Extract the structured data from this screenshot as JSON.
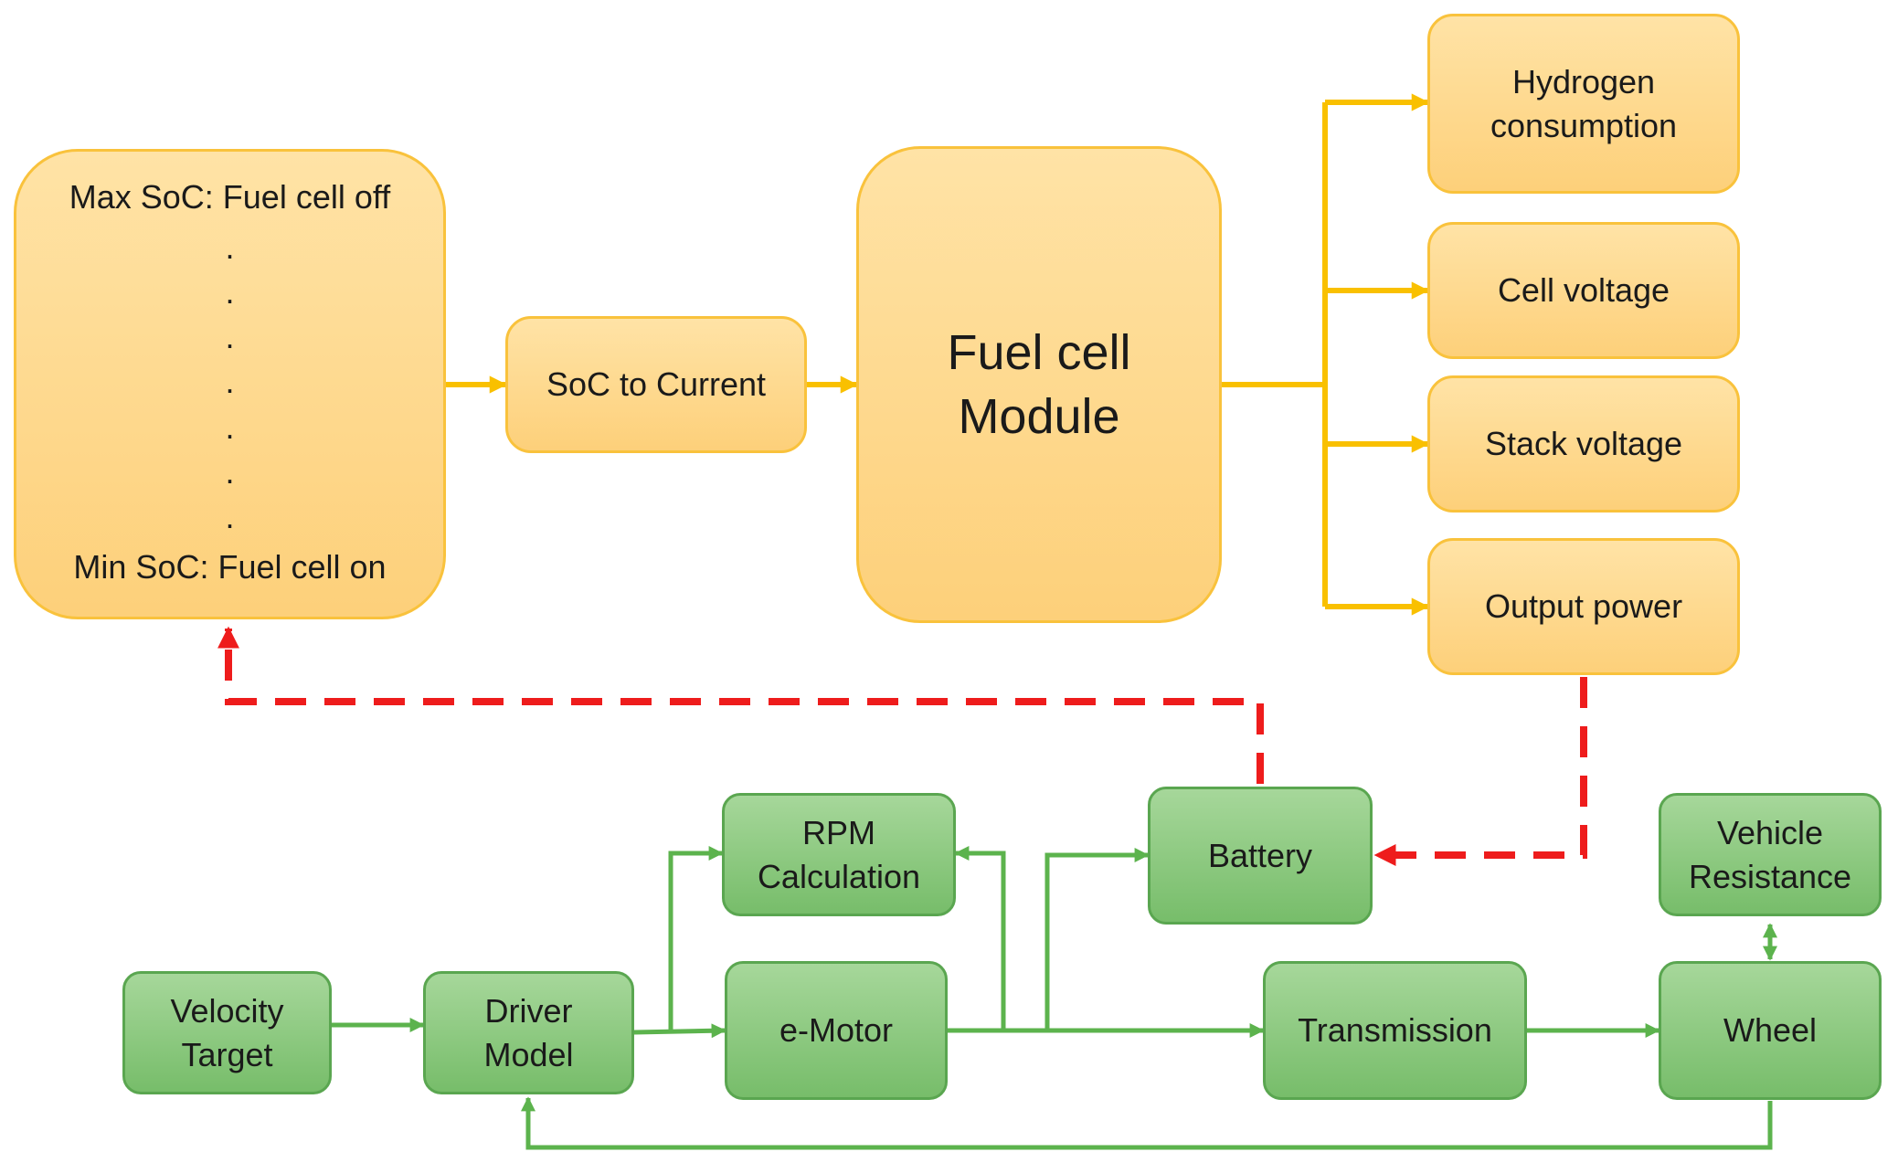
{
  "nodes": {
    "soc_list": {
      "top_label": "Max SoC: Fuel cell off",
      "bottom_label": "Min SoC: Fuel cell on",
      "dot": "."
    },
    "soc_to_current": {
      "label": "SoC to Current"
    },
    "fuel_cell_module": {
      "line1": "Fuel cell",
      "line2": "Module"
    },
    "hydrogen_consumption": {
      "line1": "Hydrogen",
      "line2": "consumption"
    },
    "cell_voltage": {
      "label": "Cell voltage"
    },
    "stack_voltage": {
      "label": "Stack voltage"
    },
    "output_power": {
      "label": "Output power"
    },
    "velocity_target": {
      "line1": "Velocity",
      "line2": "Target"
    },
    "driver_model": {
      "line1": "Driver",
      "line2": "Model"
    },
    "rpm_calculation": {
      "line1": "RPM",
      "line2": "Calculation"
    },
    "e_motor": {
      "label": "e-Motor"
    },
    "battery": {
      "label": "Battery"
    },
    "transmission": {
      "label": "Transmission"
    },
    "vehicle_resistance": {
      "line1": "Vehicle",
      "line2": "Resistance"
    },
    "wheel": {
      "label": "Wheel"
    }
  },
  "colors": {
    "fuel_cell_flow": "#f9c000",
    "drivetrain_flow": "#5cb34d",
    "feedback_dashed": "#ee1c1c"
  }
}
